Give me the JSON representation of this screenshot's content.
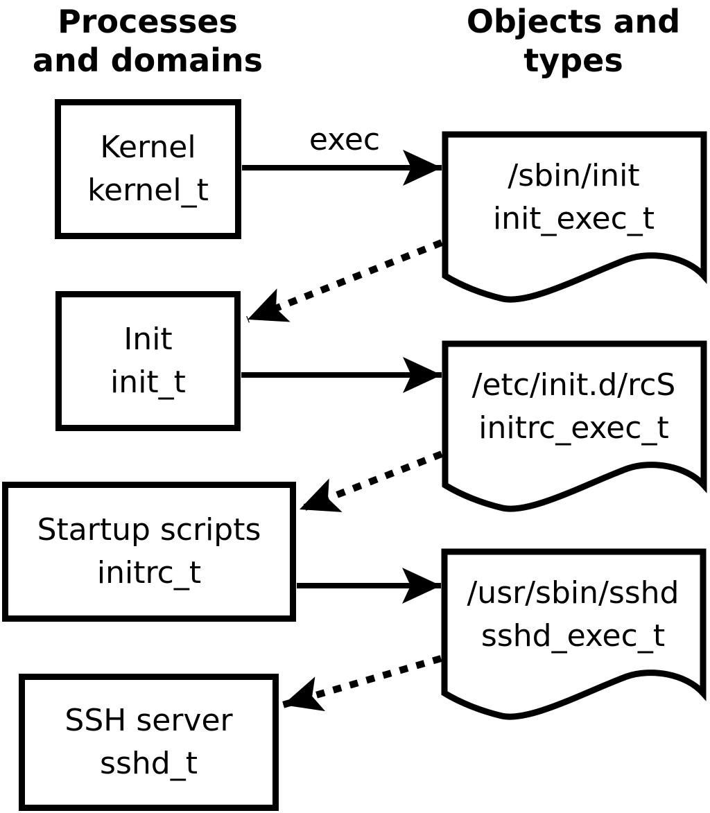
{
  "headers": {
    "left_line1": "Processes",
    "left_line2": "and domains",
    "right_line1": "Objects and",
    "right_line2": "types"
  },
  "processes": [
    {
      "name": "Kernel",
      "type": "kernel_t"
    },
    {
      "name": "Init",
      "type": "init_t"
    },
    {
      "name": "Startup scripts",
      "type": "initrc_t"
    },
    {
      "name": "SSH server",
      "type": "sshd_t"
    }
  ],
  "objects": [
    {
      "path": "/sbin/init",
      "type": "init_exec_t"
    },
    {
      "path": "/etc/init.d/rcS",
      "type": "initrc_exec_t"
    },
    {
      "path": "/usr/sbin/sshd",
      "type": "sshd_exec_t"
    }
  ],
  "labels": {
    "exec": "exec"
  },
  "edges": [
    {
      "from": "kernel_t",
      "to": "/sbin/init",
      "style": "solid",
      "label": "exec"
    },
    {
      "from": "/sbin/init",
      "to": "init_t",
      "style": "dotted",
      "label": ""
    },
    {
      "from": "init_t",
      "to": "/etc/init.d/rcS",
      "style": "solid",
      "label": ""
    },
    {
      "from": "/etc/init.d/rcS",
      "to": "initrc_t",
      "style": "dotted",
      "label": ""
    },
    {
      "from": "initrc_t",
      "to": "/usr/sbin/sshd",
      "style": "solid",
      "label": ""
    },
    {
      "from": "/usr/sbin/sshd",
      "to": "sshd_t",
      "style": "dotted",
      "label": ""
    }
  ],
  "colors": {
    "line": "#000000",
    "text": "#000000",
    "background": "#ffffff"
  }
}
